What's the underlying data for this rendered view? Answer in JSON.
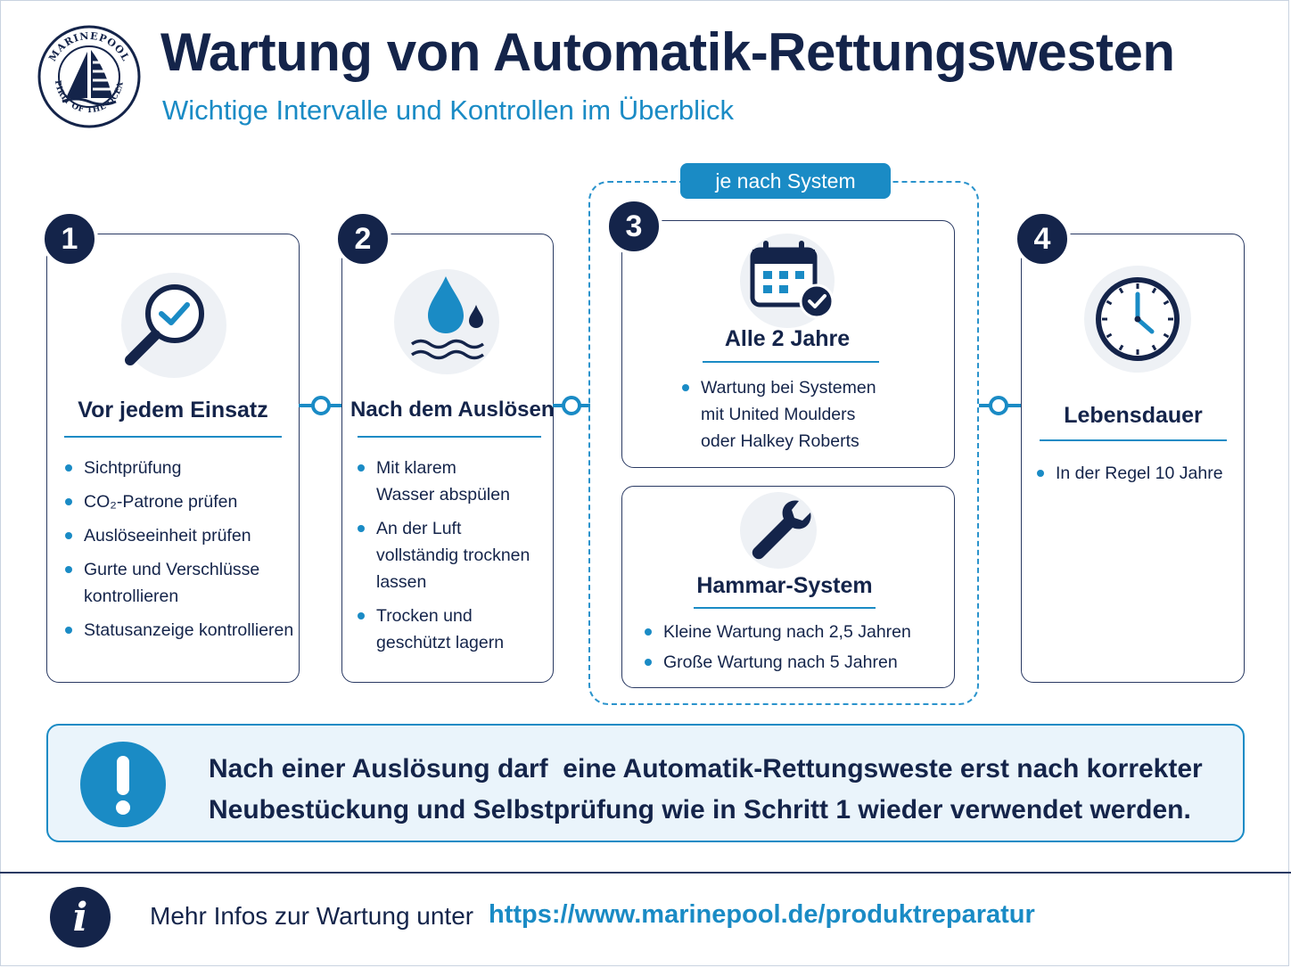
{
  "header": {
    "title": "Wartung von Automatik-Rettungswesten",
    "subtitle": "Wichtige Intervalle und Kontrollen im Überblick",
    "logo_text_top": "MARINEPOOL",
    "logo_text_bottom": "SPIRIT OF THE OCEAN"
  },
  "steps": [
    {
      "number": "1",
      "title": "Vor jedem Einsatz",
      "icon": "magnifier-check-icon",
      "items": [
        "Sichtprüfung",
        "CO₂-Patrone prüfen",
        "Auslöseeinheit prüfen",
        "Gurte und Verschlüsse kontrollieren",
        "Statusanzeige kontrollieren"
      ]
    },
    {
      "number": "2",
      "title": "Nach dem Auslösen",
      "icon": "water-drop-icon",
      "items": [
        "Mit klarem Wasser abspülen",
        "An der Luft vollständig trocknen lassen",
        "Trocken und geschützt lagern"
      ]
    },
    {
      "number": "3",
      "group_label": "je nach System",
      "sub": [
        {
          "title": "Alle 2 Jahre",
          "icon": "calendar-check-icon",
          "items": [
            "Wartung bei Systemen mit United Moulders oder Halkey Roberts"
          ]
        },
        {
          "title": "Hammar-System",
          "icon": "wrench-icon",
          "items": [
            "Kleine Wartung nach 2,5 Jahren",
            "Große Wartung nach 5 Jahren"
          ]
        }
      ]
    },
    {
      "number": "4",
      "title": "Lebensdauer",
      "icon": "clock-icon",
      "items": [
        "In der Regel 10 Jahre"
      ]
    }
  ],
  "notice": {
    "line1": "Nach einer Auslösung darf  eine Automatik-Rettungsweste erst nach korrekter",
    "line2": "Neubestückung und Selbstprüfung wie in Schritt 1 wieder verwendet werden."
  },
  "footer": {
    "label": "Mehr Infos zur Wartung unter",
    "link": "https://www.marinepool.de/produktreparatur"
  },
  "colors": {
    "navy": "#14244a",
    "accent": "#1a8bc5",
    "notice_bg": "#eaf4fb"
  }
}
